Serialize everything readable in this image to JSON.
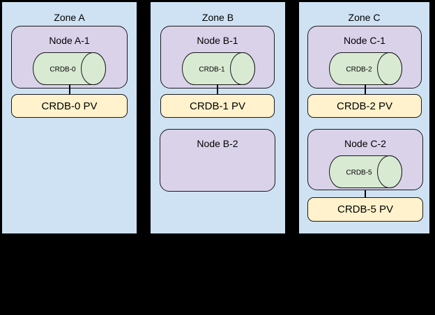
{
  "diagram_title": "",
  "colors": {
    "background": "#000000",
    "zone_fill": "#cfe2f3",
    "node_fill": "#d9d2e9",
    "cylinder_fill": "#d9ead3",
    "pv_fill": "#fff2cc",
    "border": "#000000",
    "text": "#000000"
  },
  "zones": [
    {
      "title": "Zone A",
      "nodes": [
        {
          "title": "Node A-1",
          "db": "CRDB-0"
        }
      ],
      "pvs": [
        {
          "label": "CRDB-0 PV"
        }
      ]
    },
    {
      "title": "Zone B",
      "nodes": [
        {
          "title": "Node B-1",
          "db": "CRDB-1"
        },
        {
          "title": "Node B-2"
        }
      ],
      "pvs": [
        {
          "label": "CRDB-1 PV"
        }
      ]
    },
    {
      "title": "Zone C",
      "nodes": [
        {
          "title": "Node C-1",
          "db": "CRDB-2"
        },
        {
          "title": "Node C-2",
          "db": "CRDB-5"
        }
      ],
      "pvs": [
        {
          "label": "CRDB-2 PV"
        },
        {
          "label": "CRDB-5 PV"
        }
      ]
    }
  ]
}
